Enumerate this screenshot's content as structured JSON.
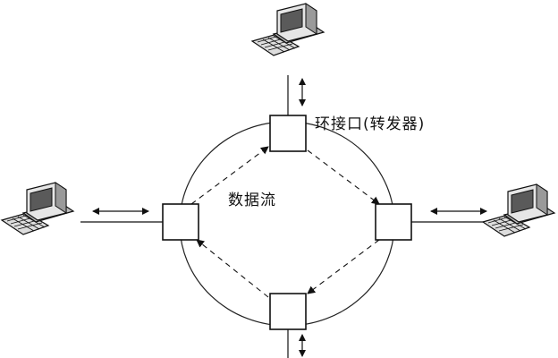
{
  "labels": {
    "ring_interface": "环接口(转发器)",
    "data_flow": "数据流"
  },
  "colors": {
    "stroke": "#111111",
    "screen": "#5a5a5a",
    "case_light": "#e6e6e6",
    "case_mid": "#bdbdbd",
    "case_dark": "#7a7a7a"
  },
  "icons": [
    "computer-icon",
    "ring-interface-box",
    "bidirectional-arrow",
    "dashed-flow-arrow"
  ]
}
